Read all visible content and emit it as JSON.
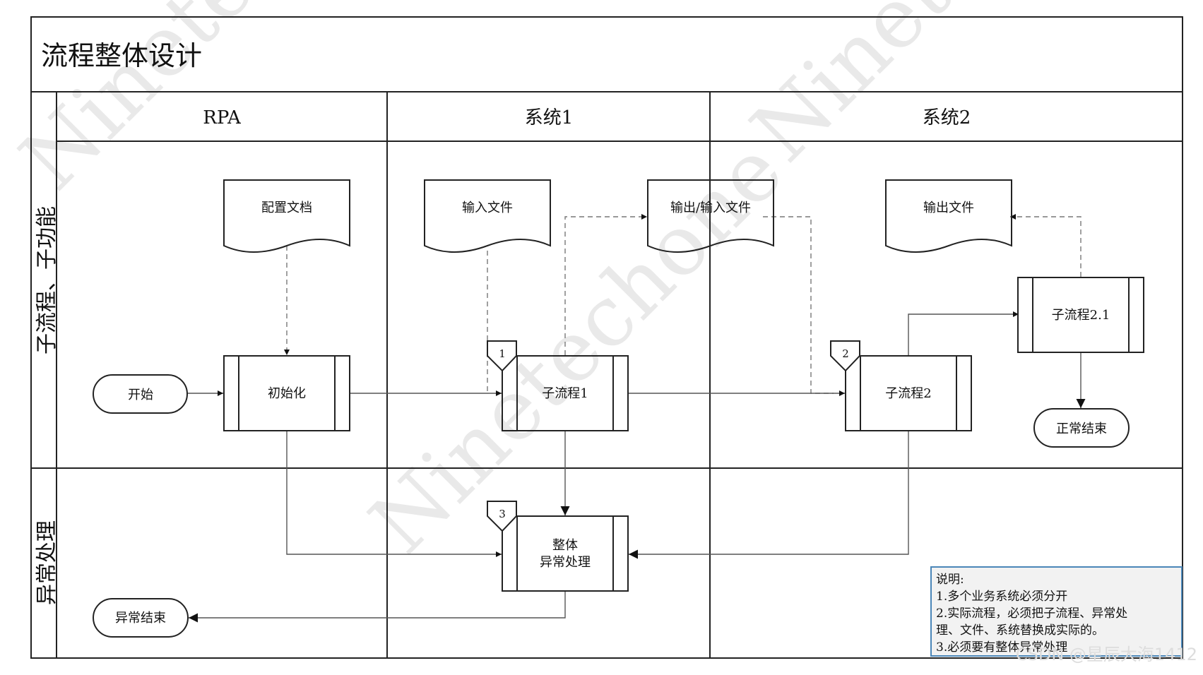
{
  "title": "流程整体设计",
  "lanes": {
    "columns": [
      "RPA",
      "系统1",
      "系统2"
    ],
    "rows": [
      "子流程、子功能",
      "异常处理"
    ]
  },
  "nodes": {
    "start": "开始",
    "config_doc": "配置文档",
    "init": "初始化",
    "input_file": "输入文件",
    "subflow1": "子流程1",
    "io_file": "输出/输入文件",
    "output_file": "输出文件",
    "subflow2": "子流程2",
    "subflow21": "子流程2.1",
    "normal_end": "正常结束",
    "exception_line1": "整体",
    "exception_line2": "异常处理",
    "abnormal_end": "异常结束"
  },
  "badges": {
    "b1": "1",
    "b2": "2",
    "b3": "3"
  },
  "notes": {
    "heading": "说明:",
    "line1": "1.多个业务系统必须分开",
    "line2": "2.实际流程，必须把子流程、异常处",
    "line3": "理、文件、系统替换成实际的。",
    "line4": "3.必须要有整体异常处理"
  },
  "watermark": "Ninetechone",
  "footer_watermark": "CSDN @星辰大海1412",
  "colors": {
    "normal_end_text": "#1a9bb5",
    "abnormal_end_text": "#e0191f",
    "note_border": "#4a86b8",
    "note_bg": "#f2f2f2"
  }
}
